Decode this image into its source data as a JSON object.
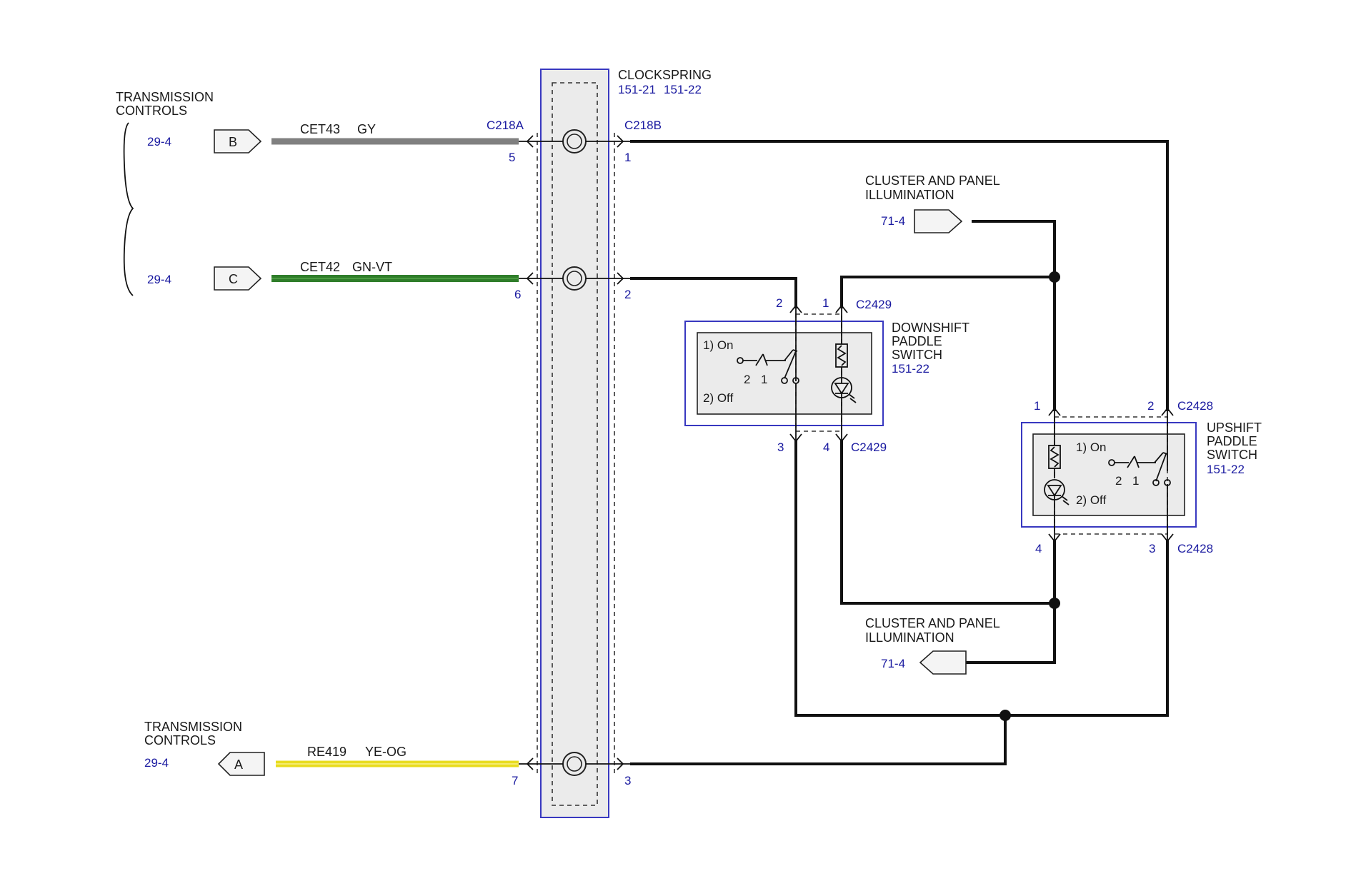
{
  "transmission_controls_top": {
    "label_line1": "TRANSMISSION",
    "label_line2": "CONTROLS",
    "ref_b": "29-4",
    "ref_c": "29-4",
    "conn_b": "B",
    "conn_c": "C"
  },
  "transmission_controls_bottom": {
    "label_line1": "TRANSMISSION",
    "label_line2": "CONTROLS",
    "ref_a": "29-4",
    "conn_a": "A"
  },
  "wires": {
    "cet43": {
      "circuit": "CET43",
      "color_code": "GY",
      "stroke": "#808080"
    },
    "cet42": {
      "circuit": "CET42",
      "color_code": "GN-VT",
      "stroke": "#2f7d2a"
    },
    "re419": {
      "circuit": "RE419",
      "color_code": "YE-OG",
      "stroke": "#e8dc1e"
    }
  },
  "clockspring": {
    "title": "CLOCKSPRING",
    "ref1": "151-21",
    "ref2": "151-22",
    "conn_left": "C218A",
    "conn_right": "C218B",
    "pins_left": [
      "5",
      "6",
      "7"
    ],
    "pins_right": [
      "1",
      "2",
      "3"
    ]
  },
  "illum_top": {
    "label_line1": "CLUSTER AND PANEL",
    "label_line2": "ILLUMINATION",
    "ref": "71-4"
  },
  "illum_bottom": {
    "label_line1": "CLUSTER AND PANEL",
    "label_line2": "ILLUMINATION",
    "ref": "71-4"
  },
  "downshift": {
    "title1": "DOWNSHIFT",
    "title2": "PADDLE",
    "title3": "SWITCH",
    "ref": "151-22",
    "conn_top": "C2429",
    "conn_bottom": "C2429",
    "pin_top_left": "2",
    "pin_top_right": "1",
    "pin_bottom_left": "3",
    "pin_bottom_right": "4",
    "state_on": "1) On",
    "state_off": "2) Off",
    "contact_2": "2",
    "contact_1": "1"
  },
  "upshift": {
    "title1": "UPSHIFT",
    "title2": "PADDLE",
    "title3": "SWITCH",
    "ref": "151-22",
    "conn_top": "C2428",
    "conn_bottom": "C2428",
    "pin_top_left": "1",
    "pin_top_right": "2",
    "pin_bottom_left": "4",
    "pin_bottom_right": "3",
    "state_on": "1) On",
    "state_off": "2) Off",
    "contact_2": "2",
    "contact_1": "1"
  },
  "colors": {
    "blue_outline": "#3838c0",
    "ref_text": "#1a1aa0",
    "clockspring_fill": "#ebebeb"
  }
}
